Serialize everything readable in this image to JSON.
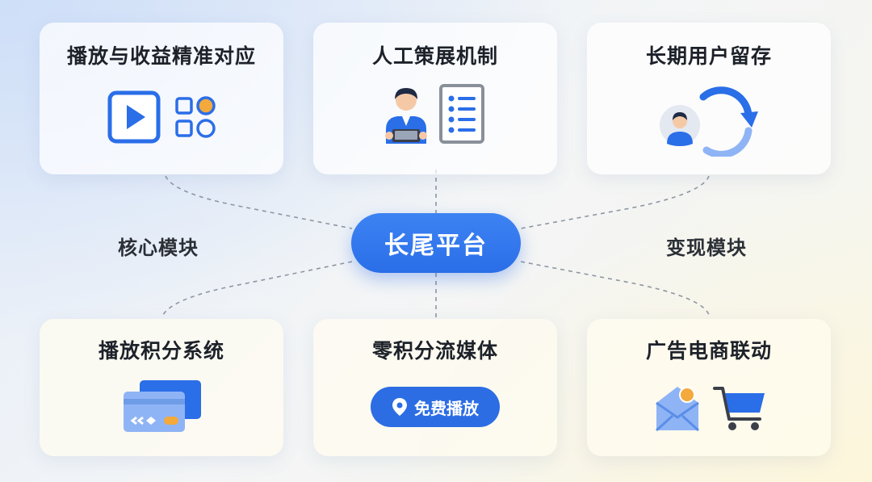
{
  "center": {
    "label": "长尾平台"
  },
  "side_labels": {
    "left": "核心模块",
    "right": "变现模块"
  },
  "cards": {
    "top_left": {
      "title": "播放与收益精准对应",
      "icons": [
        "play-button-icon",
        "grid-apps-icon"
      ]
    },
    "top_middle": {
      "title": "人工策展机制",
      "icons": [
        "curator-person-icon",
        "checklist-document-icon"
      ]
    },
    "top_right": {
      "title": "长期用户留存",
      "icons": [
        "user-avatar-icon",
        "refresh-cycle-icon"
      ]
    },
    "bottom_left": {
      "title": "播放积分系统",
      "icons": [
        "stacked-cards-icon"
      ]
    },
    "bottom_middle": {
      "title": "零积分流媒体",
      "button": {
        "label": "免费播放",
        "icon": "location-pin-icon"
      }
    },
    "bottom_right": {
      "title": "广告电商联动",
      "icons": [
        "ad-envelope-icon",
        "shopping-cart-icon"
      ]
    }
  },
  "colors": {
    "accent_blue": "#2a6ee8",
    "light_blue": "#8fb4f5",
    "orange": "#f3a93b",
    "connector": "#8d96a3"
  }
}
